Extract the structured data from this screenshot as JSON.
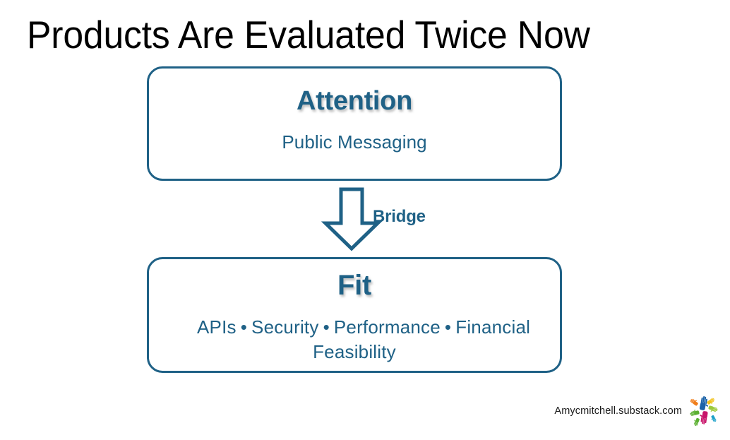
{
  "slide": {
    "title": "Products Are Evaluated Twice Now",
    "background_color": "#FFFFFF",
    "accent_color": "#1F6186",
    "title_color": "#000000"
  },
  "diagram": {
    "type": "flow",
    "nodes": [
      {
        "id": "attention",
        "heading": "Attention",
        "subtext": "Public Messaging",
        "border_color": "#1F6186",
        "text_color": "#1F6186"
      },
      {
        "id": "fit",
        "heading": "Fit",
        "items": [
          "APIs",
          "Security",
          "Performance",
          "Financial Feasibility"
        ],
        "separator": "•",
        "border_color": "#1F6186",
        "text_color": "#1F6186"
      }
    ],
    "connector": {
      "id": "bridge",
      "label": "Bridge",
      "icon": "down-arrow-outline",
      "direction": "down",
      "from": "attention",
      "to": "fit",
      "color": "#1F6186"
    }
  },
  "footer": {
    "url": "Amycmitchell.substack.com",
    "logo_alt": "colored-hands-logo",
    "logo_colors": {
      "blue": "#1B63A8",
      "magenta": "#C8156B",
      "orange": "#F07D1A",
      "green": "#5BB031",
      "light_green": "#9CC93B",
      "yellow": "#F2C21C",
      "teal": "#1AA0C8"
    }
  }
}
